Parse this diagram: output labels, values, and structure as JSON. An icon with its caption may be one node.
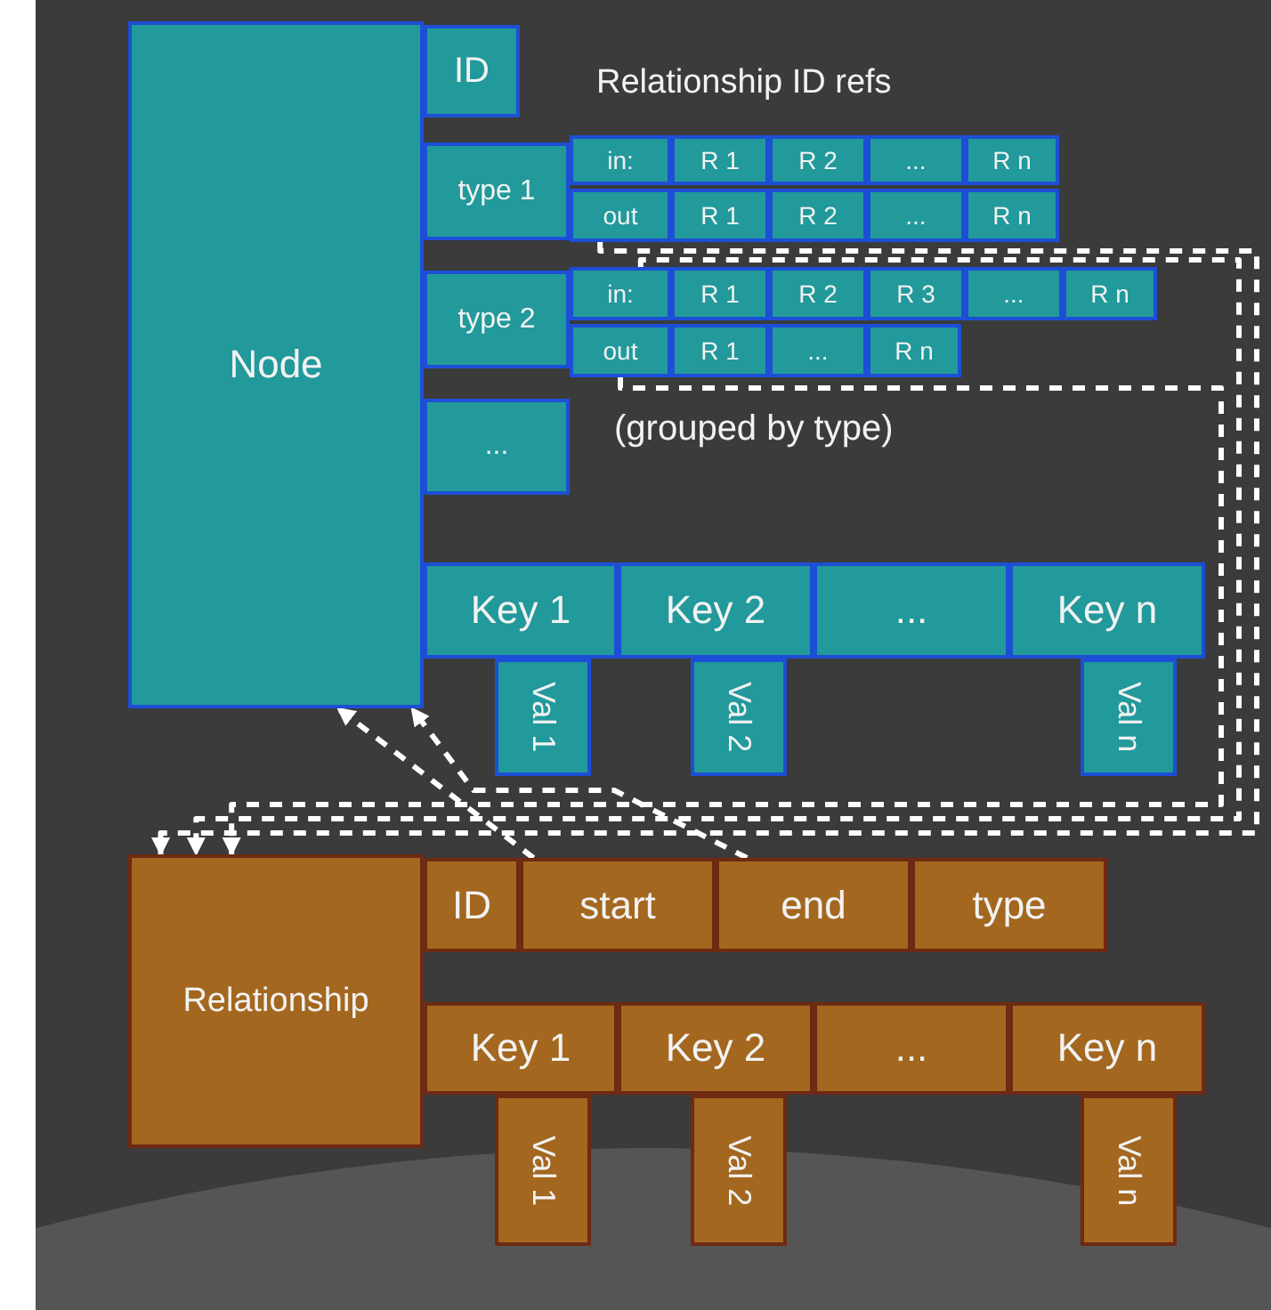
{
  "diagram": {
    "nodes": [
      {
        "text": [
          "Node"
        ]
      },
      {
        "text": [
          "ID"
        ]
      },
      {
        "text": [
          "type 1"
        ]
      },
      {
        "text": [
          "in:"
        ]
      },
      {
        "text": [
          "R 1"
        ]
      },
      {
        "text": [
          "R 2"
        ]
      },
      {
        "text": [
          "..."
        ]
      },
      {
        "text": [
          "R n"
        ]
      },
      {
        "text": [
          "out"
        ]
      },
      {
        "text": [
          "R 1"
        ]
      },
      {
        "text": [
          "R 2"
        ]
      },
      {
        "text": [
          "..."
        ]
      },
      {
        "text": [
          "R n"
        ]
      },
      {
        "text": [
          "type 2"
        ]
      },
      {
        "text": [
          "in:"
        ]
      },
      {
        "text": [
          "R 1"
        ]
      },
      {
        "text": [
          "R 2"
        ]
      },
      {
        "text": [
          "R 3"
        ]
      },
      {
        "text": [
          "..."
        ]
      },
      {
        "text": [
          "R n"
        ]
      },
      {
        "text": [
          "out"
        ]
      },
      {
        "text": [
          "R 1"
        ]
      },
      {
        "text": [
          "..."
        ]
      },
      {
        "text": [
          "R n"
        ]
      },
      {
        "text": [
          "..."
        ]
      },
      {
        "text": [
          "Key 1"
        ]
      },
      {
        "text": [
          "Key 2"
        ]
      },
      {
        "text": [
          "..."
        ]
      },
      {
        "text": [
          "Key n"
        ]
      },
      {
        "text": [
          "Val 1"
        ]
      },
      {
        "text": [
          "Val 2"
        ]
      },
      {
        "text": [
          "Val n"
        ]
      },
      {
        "text": [
          "Relationship"
        ]
      },
      {
        "text": [
          "ID"
        ]
      },
      {
        "text": [
          "start"
        ]
      },
      {
        "text": [
          "end"
        ]
      },
      {
        "text": [
          "type"
        ]
      },
      {
        "text": [
          "Key 1"
        ]
      },
      {
        "text": [
          "Key 2"
        ]
      },
      {
        "text": [
          "..."
        ]
      },
      {
        "text": [
          "Key n"
        ]
      },
      {
        "text": [
          "Val 1"
        ]
      },
      {
        "text": [
          "Val 2"
        ]
      },
      {
        "text": [
          "Val n"
        ]
      }
    ],
    "edges": [
      {
        "from": 8,
        "to": 32,
        "arrow": "to",
        "style": "dashed"
      },
      {
        "from": 14,
        "to": 32,
        "arrow": "to",
        "style": "dashed"
      },
      {
        "from": 20,
        "to": 32,
        "arrow": "to",
        "style": "dashed"
      },
      {
        "from": 34,
        "to": 0,
        "arrow": "to",
        "style": "dashed"
      },
      {
        "from": 35,
        "to": 0,
        "arrow": "to",
        "style": "dashed"
      }
    ],
    "labels": [
      "Relationship ID refs",
      "(grouped by type)"
    ]
  }
}
